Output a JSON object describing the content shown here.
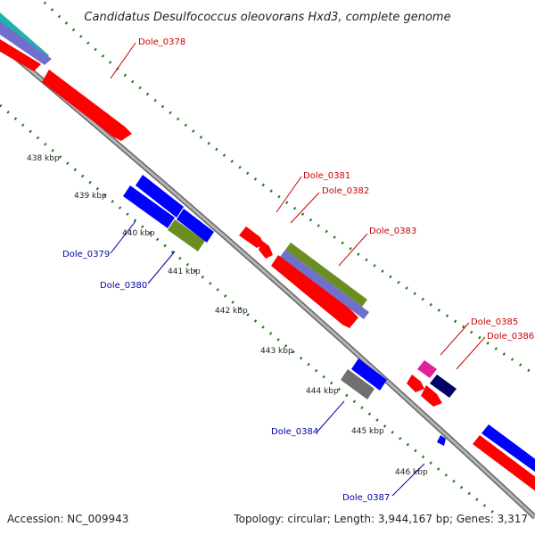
{
  "title": "Candidatus Desulfococcus oleovorans Hxd3, complete genome",
  "accession_text": "Accession: NC_009943",
  "topology_text": "Topology: circular; Length: 3,944,167 bp; Genes: 3,317",
  "colors": {
    "plus_label": "#cc0000",
    "minus_label": "#0000aa",
    "backbone": "#8c8c8c",
    "tick_dots": "#1a7a1a",
    "red_gene": "#ff0000",
    "blue_gene": "#0000ff",
    "green_gene": "#6b8e23",
    "purple_gene": "#7070cc",
    "teal_gene": "#20b2aa",
    "magenta_gene": "#e0209a",
    "navy_gene": "#000066",
    "gray_gene": "#707070"
  },
  "ticks": [
    "438 kbp",
    "439 kbp",
    "440 kbp",
    "441 kbp",
    "442 kbp",
    "443 kbp",
    "444 kbp",
    "445 kbp",
    "446 kbp"
  ],
  "gene_labels": {
    "g378": "Dole_0378",
    "g379": "Dole_0379",
    "g380": "Dole_0380",
    "g381": "Dole_0381",
    "g382": "Dole_0382",
    "g383": "Dole_0383",
    "g384": "Dole_0384",
    "g385": "Dole_0385",
    "g386": "Dole_0386",
    "g387": "Dole_0387"
  }
}
